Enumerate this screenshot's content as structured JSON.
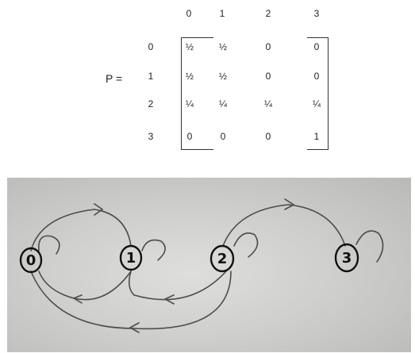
{
  "matrix": {
    "label": "P =",
    "col_headers": [
      "0",
      "1",
      "2",
      "3"
    ],
    "row_headers": [
      "0",
      "1",
      "2",
      "3"
    ],
    "rows": [
      [
        "½",
        "½",
        "0",
        "0"
      ],
      [
        "½",
        "½",
        "0",
        "0"
      ],
      [
        "¼",
        "¼",
        "¼",
        "¼"
      ],
      [
        "0",
        "0",
        "0",
        "1"
      ]
    ]
  },
  "diagram": {
    "states": [
      "0",
      "1",
      "2",
      "3"
    ]
  }
}
